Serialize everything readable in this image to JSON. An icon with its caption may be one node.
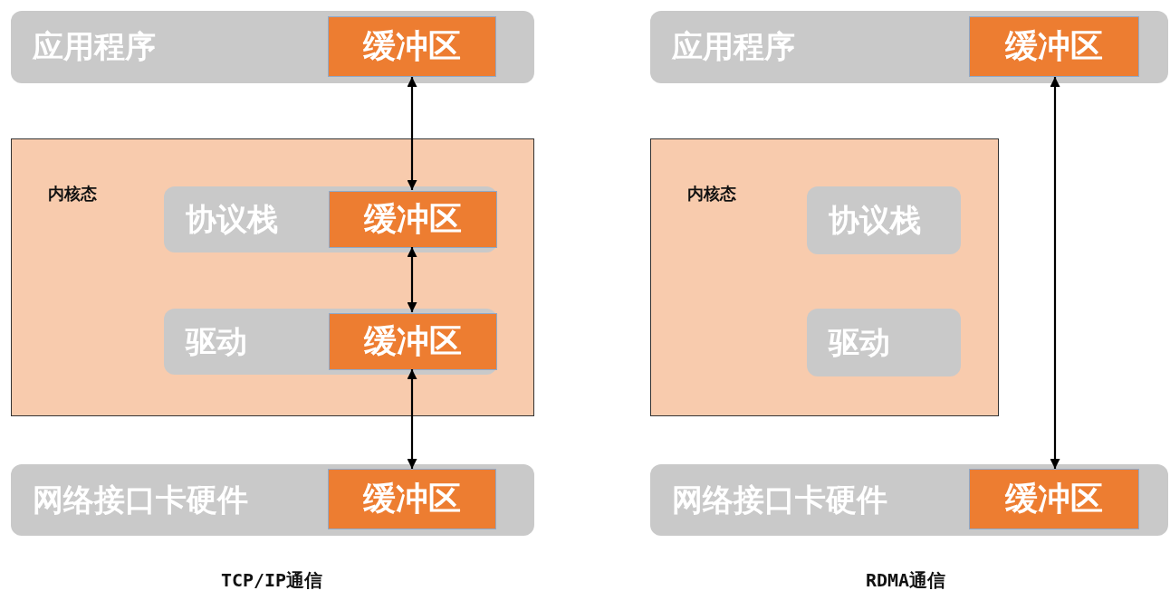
{
  "diagram": {
    "nodes": [
      {
        "text": [
          "应用程序"
        ]
      },
      {
        "text": [
          "缓冲区"
        ],
        "in": 0
      },
      {
        "text": [
          "内核态"
        ]
      },
      {
        "text": [
          "协议栈"
        ],
        "in": 2
      },
      {
        "text": [
          "缓冲区"
        ],
        "in": 3
      },
      {
        "text": [
          "驱动"
        ],
        "in": 2
      },
      {
        "text": [
          "缓冲区"
        ],
        "in": 5
      },
      {
        "text": [
          "网络接口卡硬件"
        ]
      },
      {
        "text": [
          "缓冲区"
        ],
        "in": 7
      },
      {
        "text": [
          "应用程序"
        ]
      },
      {
        "text": [
          "缓冲区"
        ],
        "in": 9
      },
      {
        "text": [
          "内核态"
        ]
      },
      {
        "text": [
          "协议栈"
        ],
        "in": 11
      },
      {
        "text": [
          "驱动"
        ],
        "in": 11
      },
      {
        "text": [
          "网络接口卡硬件"
        ]
      },
      {
        "text": [
          "缓冲区"
        ],
        "in": 14
      }
    ],
    "edges": [
      {
        "from": 1,
        "to": 4,
        "arrow": "both"
      },
      {
        "from": 4,
        "to": 6,
        "arrow": "both"
      },
      {
        "from": 6,
        "to": 8,
        "arrow": "both"
      },
      {
        "from": 10,
        "to": 15,
        "arrow": "both"
      }
    ],
    "labels": [
      "TCP/IP通信",
      "RDMA通信"
    ]
  }
}
